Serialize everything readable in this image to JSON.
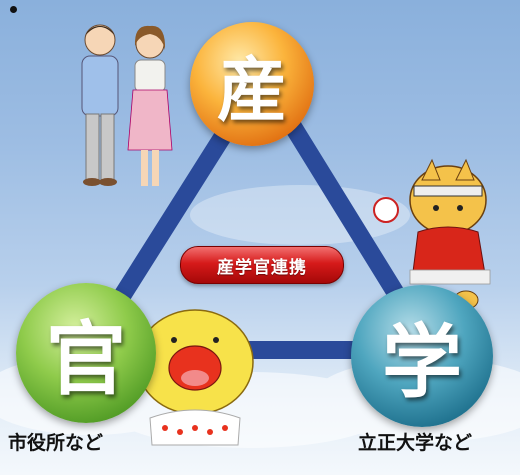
{
  "diagram": {
    "nodes": {
      "top": {
        "label": "産"
      },
      "left": {
        "label": "官",
        "caption": "市役所など"
      },
      "right": {
        "label": "学",
        "caption": "立正大学など"
      }
    },
    "center_label": "産学官連携"
  },
  "colors": {
    "triangle": "#2a4a9a",
    "top_circle": "#f08a1c",
    "left_circle": "#6cb83a",
    "right_circle": "#2a86a4",
    "badge": "#d61a1a"
  }
}
